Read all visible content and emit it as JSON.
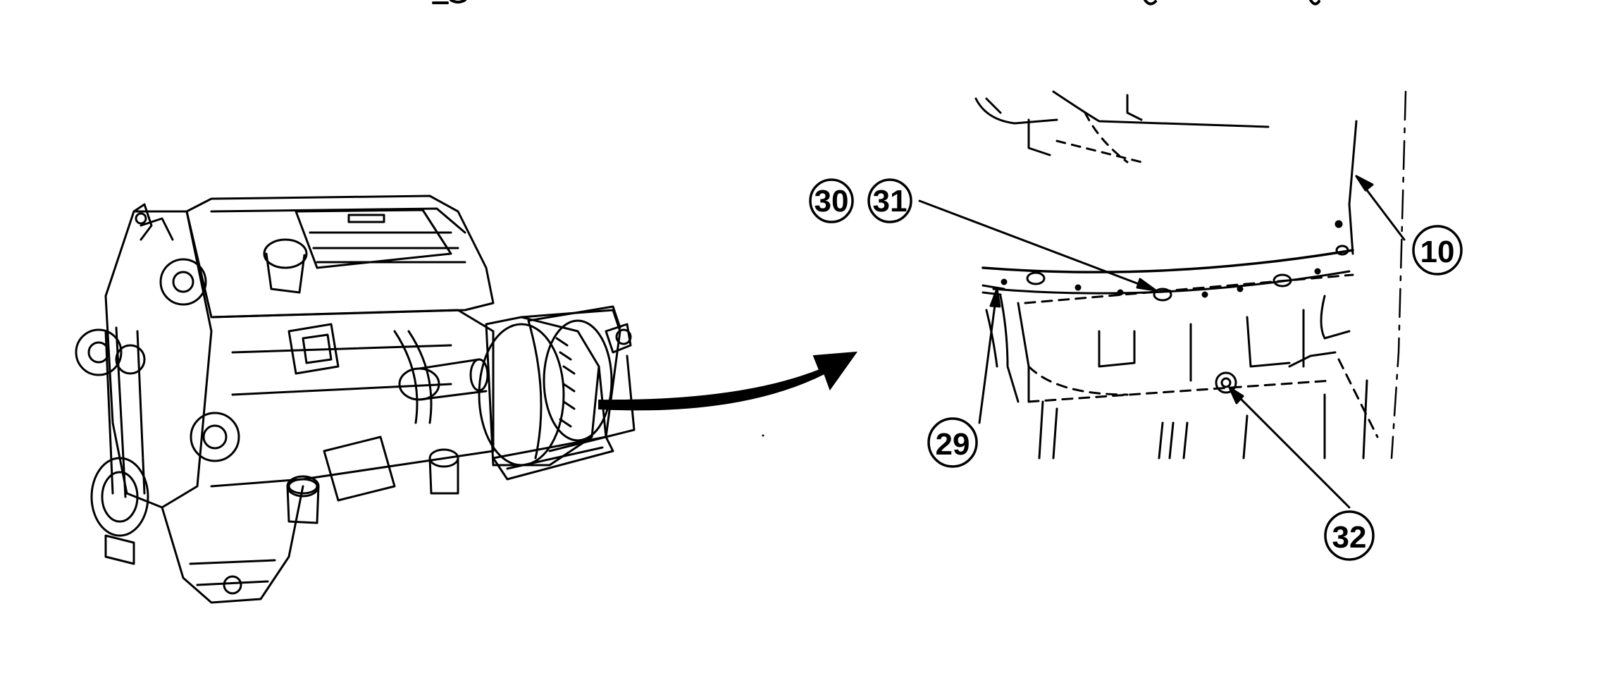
{
  "figure": {
    "callouts": [
      {
        "id": "c10",
        "label": "10"
      },
      {
        "id": "c29",
        "label": "29"
      },
      {
        "id": "c30",
        "label": "30"
      },
      {
        "id": "c31",
        "label": "31"
      },
      {
        "id": "c32",
        "label": "32"
      }
    ]
  },
  "colors": {
    "ink": "#000000",
    "paper": "#ffffff"
  }
}
